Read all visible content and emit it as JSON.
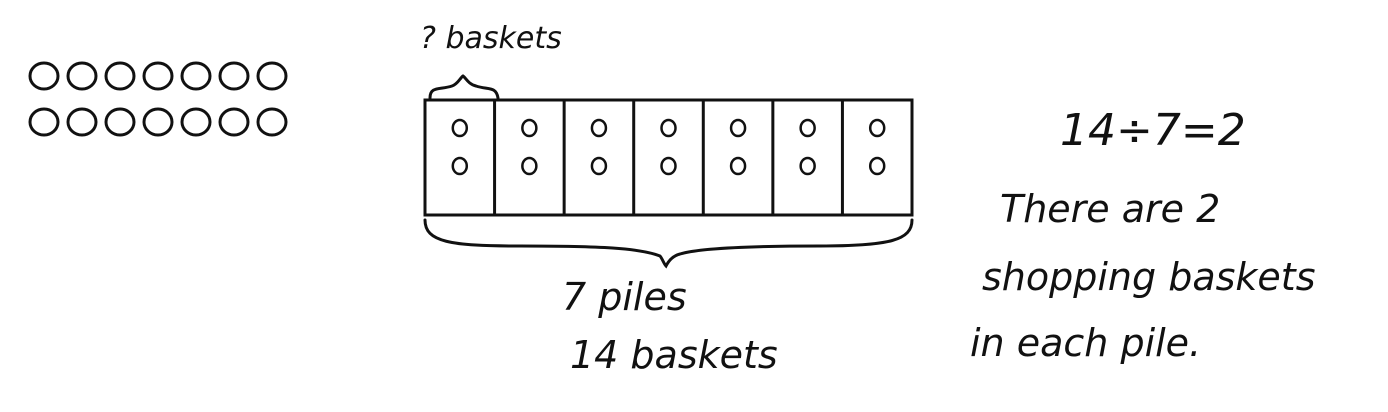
{
  "diagram": {
    "ink_color": "#111111",
    "loose_baskets": {
      "rows": 2,
      "per_row": 7
    },
    "tape": {
      "parts": 7,
      "circles_per_part": 2
    },
    "brace_top_label": "? baskets",
    "brace_bottom_label_line1": "7  piles",
    "brace_bottom_label_line2": "14  baskets",
    "equation": "14÷7=2",
    "answer_line1": "There are 2",
    "answer_line2": "shopping baskets",
    "answer_line3": "in each pile."
  }
}
